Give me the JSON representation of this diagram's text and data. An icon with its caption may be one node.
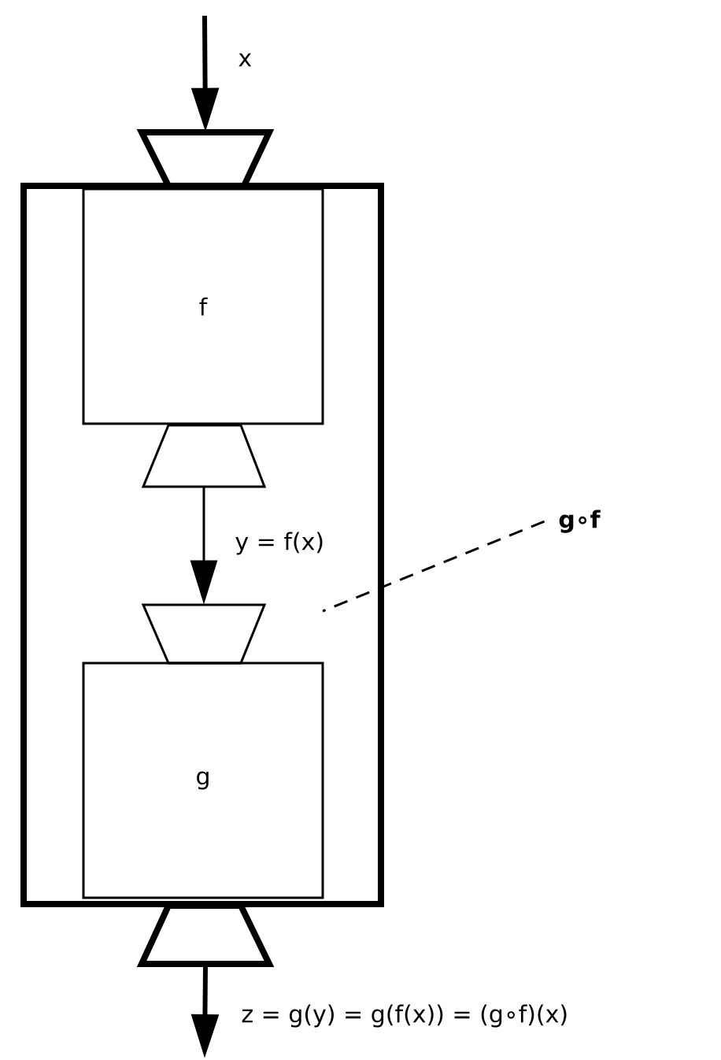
{
  "diagram": {
    "nodes": [
      {
        "text": [],
        "shape": "box"
      },
      {
        "text": [],
        "shape": "trapezoid"
      },
      {
        "text": [
          "f"
        ],
        "in": 0
      },
      {
        "text": [],
        "shape": "trapezoid",
        "in": 0
      },
      {
        "text": [],
        "shape": "trapezoid",
        "in": 0
      },
      {
        "text": [
          "g"
        ],
        "in": 0
      },
      {
        "text": [],
        "shape": "trapezoid"
      },
      {
        "text": [
          "g∘f"
        ]
      }
    ],
    "edges": [
      {
        "from": null,
        "to": 1,
        "arrow": "to",
        "label": "x",
        "style": "thick"
      },
      {
        "from": 3,
        "to": 4,
        "arrow": "to",
        "label": "y = f(x)"
      },
      {
        "from": 6,
        "to": null,
        "arrow": "to",
        "label": "z = g(y) = g(f(x)) = (g∘f)(x)",
        "style": "thick"
      },
      {
        "from": 7,
        "to": 0,
        "arrow": "none",
        "style": "dashed"
      }
    ]
  }
}
